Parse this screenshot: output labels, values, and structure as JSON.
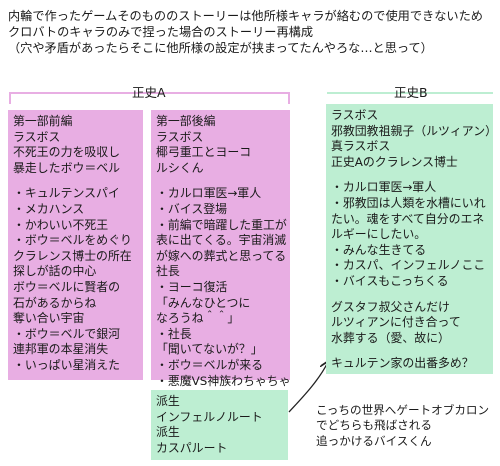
{
  "intro": [
    "内輪で作ったゲームそのもののストーリーは他所様キャラが絡むので使用できないため",
    "クロバトのキャラのみで捏った場合のストーリー再構成",
    "（穴や矛盾があったらそこに他所様の設定が挟まってたんやろな…と思って）"
  ],
  "headers": {
    "a": "正史A",
    "b": "正史B"
  },
  "box_a1": [
    "第一部前編",
    "ラスボス",
    "不死王の力を吸収し",
    "暴走したボウ＝ベル",
    "",
    "・キュルテンスパイ",
    "・メカハンス",
    "・かわいい不死王",
    "・ボウ＝ベルをめぐり",
    "クラレンス博士の所在",
    "探しが話の中心",
    "ボウ＝ベルに賢者の",
    "石があるからね",
    "奪い合い宇宙",
    "・ボウ＝ベルで銀河",
    "連邦軍の本星消失",
    "・いっぱい星消えた"
  ],
  "box_a2": [
    "第一部後編",
    "ラスボス",
    "椰弓重工とヨーコ",
    "ルシくん",
    "",
    "・カルロ軍医→軍人",
    "・バイス登場",
    "・前編で暗躍した重工が",
    "表に出てくる。宇宙消滅",
    "が嫁への葬式と思ってる",
    "社長",
    "・ヨーコ復活",
    "「みんなひとつに",
    "なろうね＾＾」",
    "・社長",
    "「聞いてないが？」",
    "・ボウ＝ベルが来る",
    "・悪魔VS神族わちゃちゃ"
  ],
  "box_b": [
    "ラスボス",
    "邪教団教祖親子（ルツィアン）",
    "真ラスボス",
    "正史Aのクラレンス博士",
    "",
    "・カルロ軍医→軍人",
    "・邪教団は人類を水槽にいれ",
    "たい。魂をすべて自分のエネ",
    "ルギーにしたい。",
    "・みんな生きてる",
    "・カスパ、インフェルノここ",
    "・バイスもこっちくる",
    "",
    "グスタフ叔父さんだけ",
    "ルツィアンに付き合って",
    "水葬する（愛、故に）",
    "",
    "キュルテン家の出番多め？"
  ],
  "box_spin": [
    "派生",
    "インフェルノルート",
    "派生",
    "カスパルート"
  ],
  "bottom_note": [
    "こっちの世界へゲートオブカロン",
    "でどちらも飛ばされる",
    "追っかけるバイスくん"
  ],
  "colors": {
    "pink": "#e8aee3",
    "green": "#bdeed2",
    "line": "#e8aee3",
    "arrow": "#222222"
  }
}
